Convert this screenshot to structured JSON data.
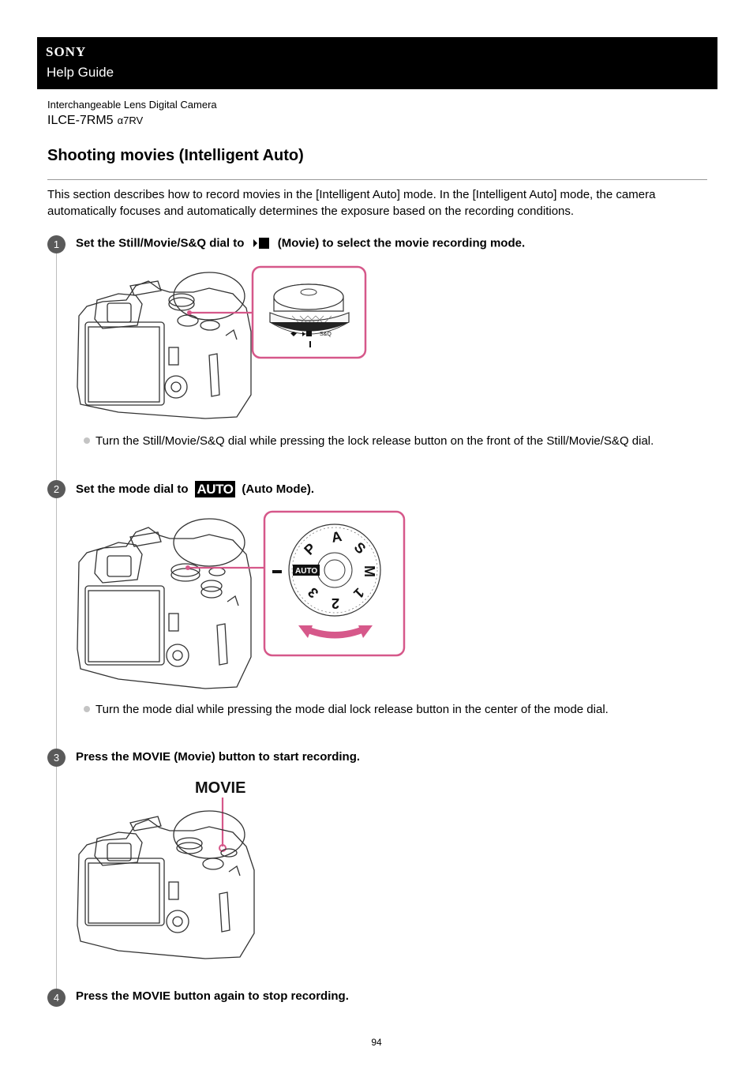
{
  "header": {
    "brand": "SONY",
    "title": "Help Guide"
  },
  "product": {
    "category": "Interchangeable Lens Digital Camera",
    "model": "ILCE-7RM5",
    "model_alt": "α7RV"
  },
  "page": {
    "title": "Shooting movies (Intelligent Auto)",
    "intro": "This section describes how to record movies in the [Intelligent Auto] mode. In the [Intelligent Auto] mode, the camera automatically focuses and automatically determines the exposure based on the recording conditions."
  },
  "steps": [
    {
      "number": "1",
      "text_before": "Set the Still/Movie/S&Q dial to",
      "text_after": "(Movie) to select the movie recording mode.",
      "note": "Turn the Still/Movie/S&Q dial while pressing the lock release button on the front of the Still/Movie/S&Q dial."
    },
    {
      "number": "2",
      "text_before": "Set the mode dial to",
      "badge": "AUTO",
      "text_after": "(Auto Mode).",
      "note": "Turn the mode dial while pressing the mode dial lock release button in the center of the mode dial."
    },
    {
      "number": "3",
      "text": "Press the MOVIE (Movie) button to start recording."
    },
    {
      "number": "4",
      "text": "Press the MOVIE button again to stop recording."
    }
  ],
  "figures": {
    "fig1_dial_labels": {
      "photo": "Still",
      "movie": "Movie",
      "sq": "S&Q"
    },
    "fig2_mode_labels": [
      "P",
      "A",
      "S",
      "M",
      "1",
      "2",
      "3",
      "AUTO"
    ],
    "fig3_callout": "MOVIE"
  },
  "colors": {
    "callout": "#d6588a",
    "header_bg": "#000000",
    "step_circle": "#5a5a5a"
  },
  "footer": {
    "page_number": "94"
  }
}
